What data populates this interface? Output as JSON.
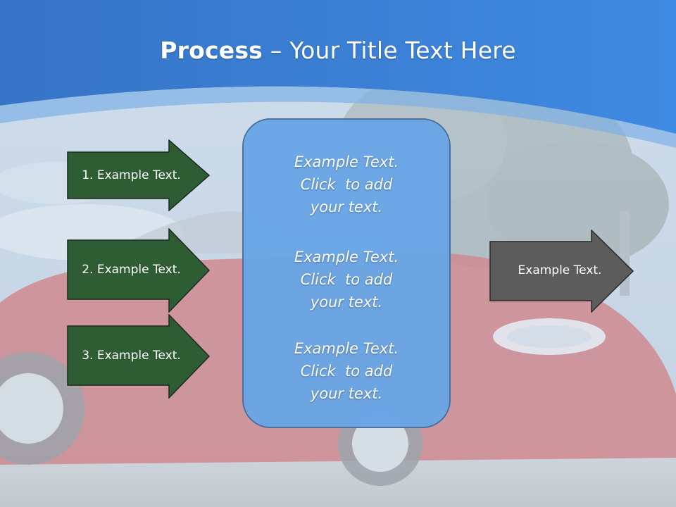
{
  "title": {
    "bold": "Process",
    "rest": " – Your Title Text Here"
  },
  "left_arrows": [
    {
      "label": "1. Example Text."
    },
    {
      "label": "2. Example Text."
    },
    {
      "label": "3. Example Text."
    }
  ],
  "center_box": {
    "blocks": [
      {
        "lines": [
          "Example Text.",
          "Click  to add",
          "your text."
        ]
      },
      {
        "lines": [
          "Example Text.",
          "Click  to add",
          "your text."
        ]
      },
      {
        "lines": [
          "Example Text.",
          "Click  to add",
          "your text."
        ]
      }
    ]
  },
  "right_arrow": {
    "label": "Example Text."
  },
  "colors": {
    "header_blue": "#3f84d8",
    "green_arrow": "#2e5d34",
    "gray_arrow": "#5c5c5c",
    "box_blue": "#6aa6e6"
  }
}
